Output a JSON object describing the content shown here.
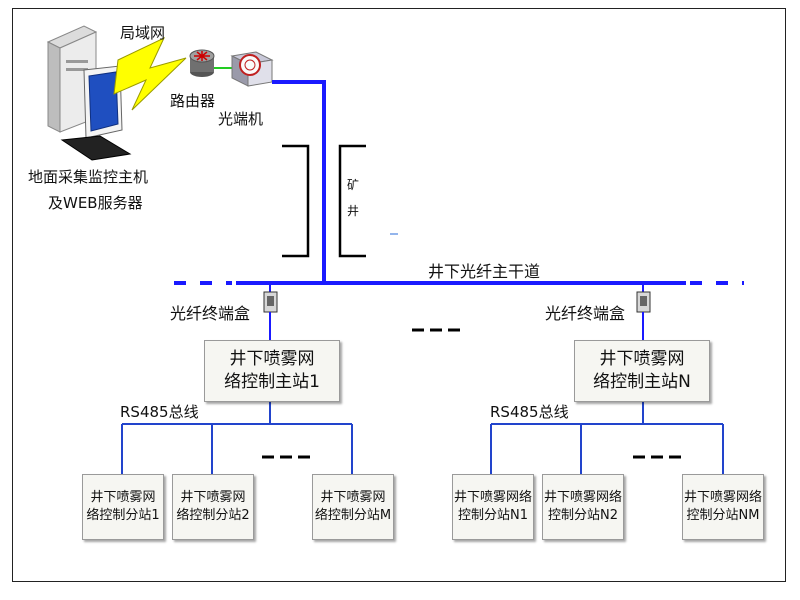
{
  "labels": {
    "lan": "局域网",
    "router": "路由器",
    "optical_terminal": "光端机",
    "host_line1": "地面采集监控主机",
    "host_line2": "及WEB服务器",
    "shaft_1": "矿",
    "shaft_2": "井",
    "trunk": "井下光纤主干道",
    "fiber_box_left": "光纤终端盒",
    "fiber_box_right": "光纤终端盒",
    "bus_left": "RS485总线",
    "bus_right": "RS485总线",
    "ellipsis": "---"
  },
  "main_stations": [
    {
      "line1": "井下喷雾网",
      "line2": "络控制主站1"
    },
    {
      "line1": "井下喷雾网",
      "line2": "络控制主站N"
    }
  ],
  "sub_stations": [
    {
      "line1": "井下喷雾网",
      "line2": "络控制分站1"
    },
    {
      "line1": "井下喷雾网",
      "line2": "络控制分站2"
    },
    {
      "line1": "井下喷雾网",
      "line2": "络控制分站M"
    },
    {
      "line1": "井下喷雾网络",
      "line2": "控制分站N1"
    },
    {
      "line1": "井下喷雾网络",
      "line2": "控制分站N2"
    },
    {
      "line1": "井下喷雾网络",
      "line2": "控制分站NM"
    }
  ],
  "colors": {
    "trunk": "#1a1aff",
    "bus": "#2244cc",
    "lightning": "#ffff00",
    "frame": "#222222"
  }
}
